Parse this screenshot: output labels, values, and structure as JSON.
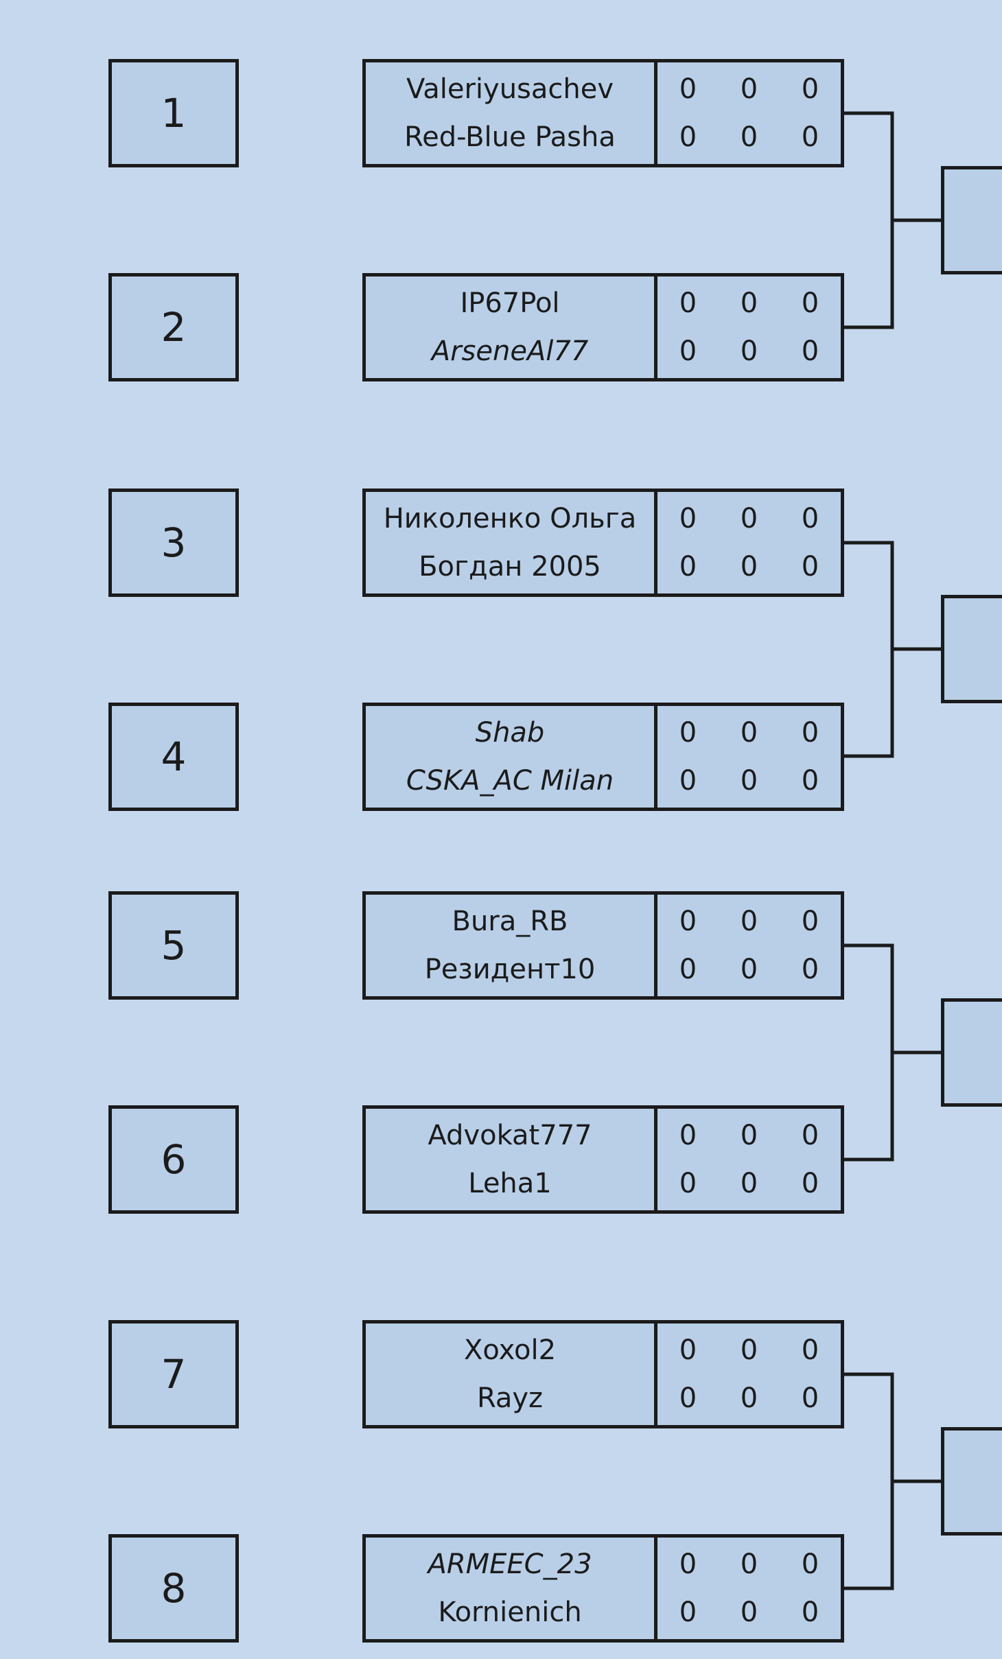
{
  "matches": [
    {
      "seed": "1",
      "p1": "Valeriyusachev",
      "p2": "Red-Blue Pasha",
      "s1": [
        "0",
        "0",
        "0"
      ],
      "s2": [
        "0",
        "0",
        "0"
      ]
    },
    {
      "seed": "2",
      "p1": "IP67Pol",
      "p2": "ArseneAl77",
      "s1": [
        "0",
        "0",
        "0"
      ],
      "s2": [
        "0",
        "0",
        "0"
      ]
    },
    {
      "seed": "3",
      "p1": "Николенко Ольга",
      "p2": "Богдан 2005",
      "s1": [
        "0",
        "0",
        "0"
      ],
      "s2": [
        "0",
        "0",
        "0"
      ]
    },
    {
      "seed": "4",
      "p1": "Shab",
      "p2": "CSKA_AC Milan",
      "s1": [
        "0",
        "0",
        "0"
      ],
      "s2": [
        "0",
        "0",
        "0"
      ]
    },
    {
      "seed": "5",
      "p1": "Bura_RB",
      "p2": "Резидент10",
      "s1": [
        "0",
        "0",
        "0"
      ],
      "s2": [
        "0",
        "0",
        "0"
      ]
    },
    {
      "seed": "6",
      "p1": "Advokat777",
      "p2": "Leha1",
      "s1": [
        "0",
        "0",
        "0"
      ],
      "s2": [
        "0",
        "0",
        "0"
      ]
    },
    {
      "seed": "7",
      "p1": "Xoxol2",
      "p2": "Rayz",
      "s1": [
        "0",
        "0",
        "0"
      ],
      "s2": [
        "0",
        "0",
        "0"
      ]
    },
    {
      "seed": "8",
      "p1": "ARMEEC_23",
      "p2": "Kornienich",
      "s1": [
        "0",
        "0",
        "0"
      ],
      "s2": [
        "0",
        "0",
        "0"
      ]
    }
  ]
}
